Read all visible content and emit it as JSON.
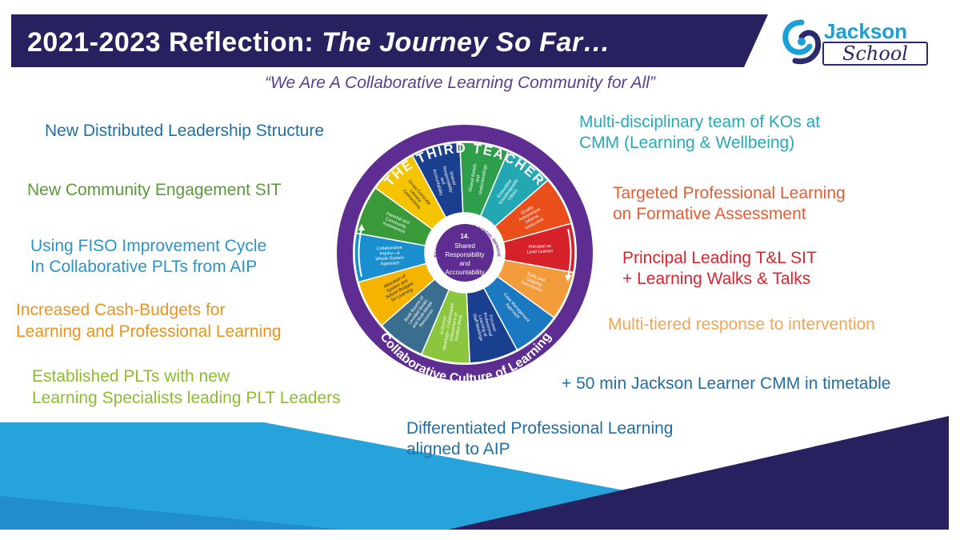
{
  "title": {
    "part1": "2021-2023 Reflection:",
    "part2": "The Journey So Far…"
  },
  "logo": {
    "word1": "Jackson",
    "word2": "School"
  },
  "quote": "“We Are A Collaborative Learning Community for All”",
  "left_items": [
    {
      "text": "New Distributed Leadership Structure",
      "color": "#1f6fa7"
    },
    {
      "text": "New Community Engagement SIT",
      "color": "#5a9a3a"
    },
    {
      "text": "Using FISO Improvement Cycle",
      "color": "#2a93c9"
    },
    {
      "text": "In Collaborative PLTs from AIP",
      "color": "#2a93c9"
    },
    {
      "text": "Increased Cash-Budgets for",
      "color": "#e8941e"
    },
    {
      "text": "Learning and Professional Learning",
      "color": "#e8941e"
    },
    {
      "text": "Established PLTs with new",
      "color": "#8bbf2a"
    },
    {
      "text": "Learning Specialists leading PLT Leaders",
      "color": "#8bbf2a"
    }
  ],
  "right_items": [
    {
      "text": "Multi-disciplinary team of KOs at",
      "color": "#27a9b8"
    },
    {
      "text": "CMM (Learning & Wellbeing)",
      "color": "#27a9b8"
    },
    {
      "text": "Targeted Professional Learning",
      "color": "#ec5a2e"
    },
    {
      "text": "on Formative Assessment",
      "color": "#ec5a2e"
    },
    {
      "text": "Principal Leading T&L SIT",
      "color": "#d9232e"
    },
    {
      "text": "+ Learning Walks & Talks",
      "color": "#d9232e"
    },
    {
      "text": "Multi-tiered response to intervention",
      "color": "#f2a654"
    },
    {
      "text": "+ 50 min Jackson Learner CMM in timetable",
      "color": "#1f6fa7"
    }
  ],
  "bottom_items": [
    {
      "text": "Differentiated Professional Learning",
      "color": "#1f6fa7"
    },
    {
      "text": "aligned to AIP",
      "color": "#1f6fa7"
    }
  ],
  "wheel": {
    "top_label": "THE THIRD TEACHER",
    "bottom_label": "Collaborative Culture of Learning",
    "ring_text": "14 PARAMETERS OF SYSTEM AND SCHOOL IMPROVEMENT",
    "center_number": "14.",
    "center_lines": [
      "Shared",
      "Responsibility",
      "and",
      "Accountability"
    ],
    "segments": [
      {
        "label": "Shared Responsibility and Accountability",
        "color": "#1b3f8f"
      },
      {
        "label": "Shared Beliefs and Understandings",
        "color": "#2e9e4a"
      },
      {
        "label": "Embedded Knowledgeable Others",
        "color": "#23a7b3"
      },
      {
        "label": "Quality Assessment Informs Instruction",
        "color": "#e94e1b"
      },
      {
        "label": "Principal as Lead Learner",
        "color": "#d6202a"
      },
      {
        "label": "Early and Ongoing Intervention",
        "color": "#f39c3c"
      },
      {
        "label": "Case Management Approach",
        "color": "#1a79c1"
      },
      {
        "label": "Focused Professional Learning at Staff Meetings",
        "color": "#1b3f8f"
      },
      {
        "label": "In-School Meetings—Collaborative Assessment of Student Work",
        "color": "#8cc63f"
      },
      {
        "label": "Book Rooms of Levelled Books and Multi-Modal Resources",
        "color": "#3a6e8f"
      },
      {
        "label": "Allocation of System and School Budgets for Learning",
        "color": "#f4b400"
      },
      {
        "label": "Collaborative Inquiry—a Whole-System Approach",
        "color": "#1a8fd0"
      },
      {
        "label": "Parental and Community Involvement",
        "color": "#3a9a3a"
      },
      {
        "label": "Cross-Curricular Literacy Connections",
        "color": "#f5c400"
      }
    ]
  }
}
